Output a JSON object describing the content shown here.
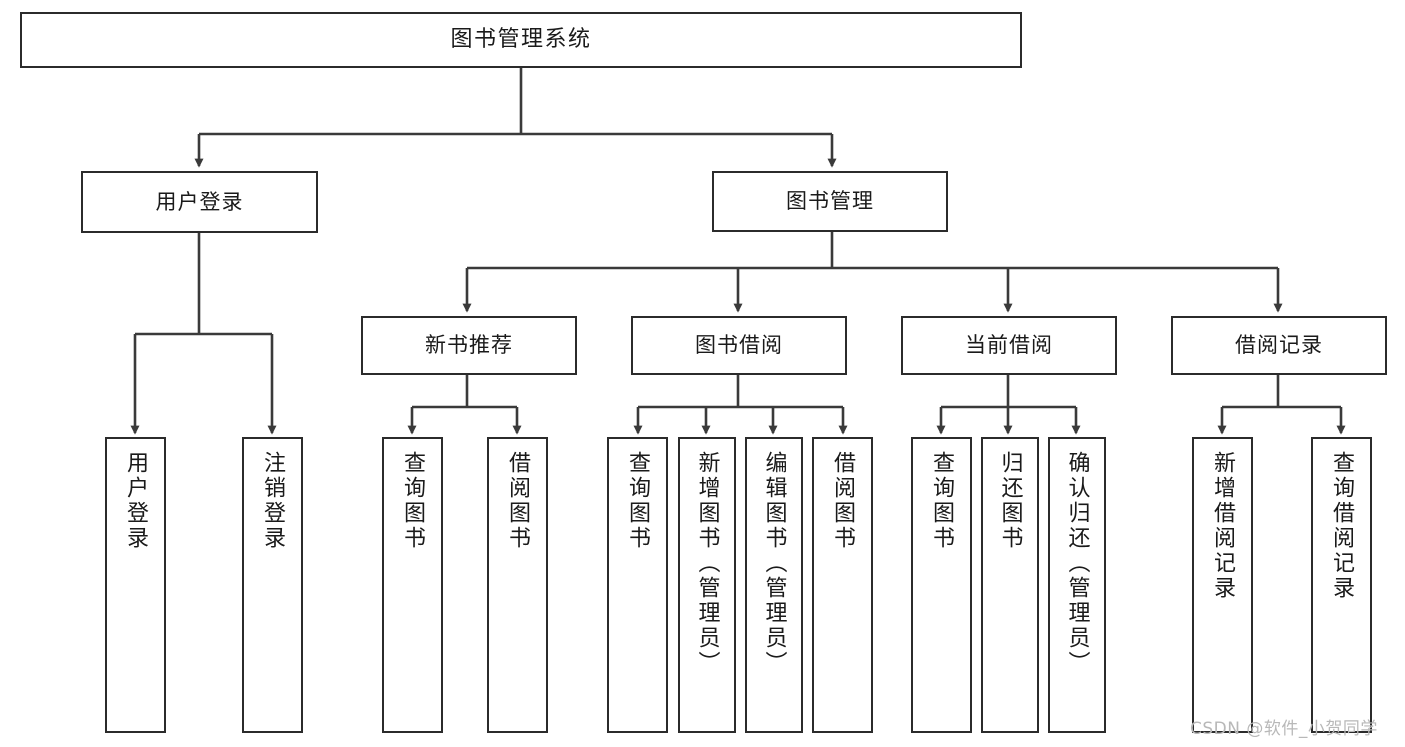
{
  "diagram": {
    "title": "图书管理系统",
    "type": "hierarchy-tree",
    "watermark": "CSDN @软件_小贺同学",
    "colors": {
      "box_border": "#2b2b2b",
      "box_fill": "#ffffff",
      "edge": "#3a3a3a",
      "text": "#1a1a1a",
      "watermark": "#b8b8b8",
      "background": "#ffffff"
    },
    "nodes": {
      "root": {
        "label": "图书管理系统"
      },
      "level1": [
        {
          "label": "用户登录"
        },
        {
          "label": "图书管理"
        }
      ],
      "level2": [
        {
          "label": "新书推荐"
        },
        {
          "label": "图书借阅"
        },
        {
          "label": "当前借阅"
        },
        {
          "label": "借阅记录"
        }
      ],
      "leaves": {
        "user_login": [
          {
            "label": "用户登录"
          },
          {
            "label": "注销登录"
          }
        ],
        "new_book_recommend": [
          {
            "label": "查询图书"
          },
          {
            "label": "借阅图书"
          }
        ],
        "book_borrow": [
          {
            "label": "查询图书"
          },
          {
            "label": "新增图书（管理员）"
          },
          {
            "label": "编辑图书（管理员）"
          },
          {
            "label": "借阅图书"
          }
        ],
        "current_borrow": [
          {
            "label": "查询图书"
          },
          {
            "label": "归还图书"
          },
          {
            "label": "确认归还（管理员）"
          }
        ],
        "borrow_record": [
          {
            "label": "新增借阅记录"
          },
          {
            "label": "查询借阅记录"
          }
        ]
      }
    }
  }
}
